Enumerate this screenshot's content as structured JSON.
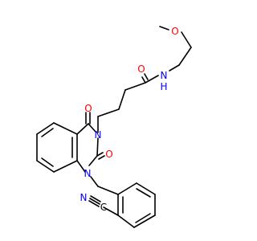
{
  "molecule": {
    "atoms": {
      "methoxy_oxygen": "O",
      "amide_nitrogen": "N",
      "amide_oxygen": "O",
      "carbonyl_oxygen_c4": "O",
      "ring_nitrogen_n3": "N",
      "carbonyl_oxygen_c2": "O",
      "ring_nitrogen_n1": "N",
      "amide_hydrogen": "H",
      "nitrile_nitrogen": "N",
      "nitrile_carbon": "C"
    },
    "colors": {
      "bond": "#000000",
      "oxygen": "#ff0000",
      "nitrogen": "#0000ff",
      "carbon": "#000000"
    }
  }
}
